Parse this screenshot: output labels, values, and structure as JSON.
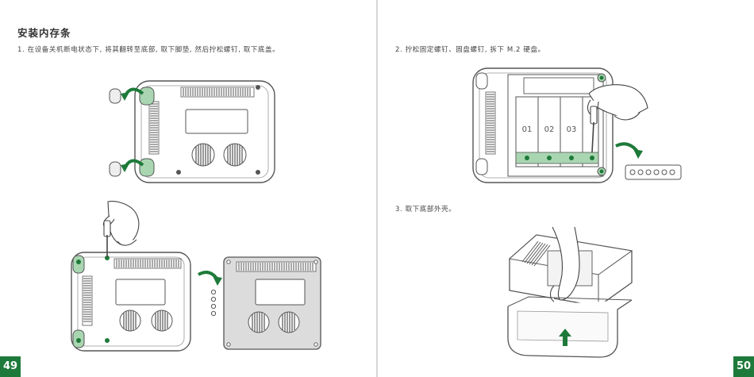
{
  "left_page": {
    "section_title": "安装内存条",
    "step1": "1. 在设备关机断电状态下, 将其翻转至底部, 取下脚垫, 然后拧松螺钉, 取下底盖。",
    "page_number": "49"
  },
  "right_page": {
    "step2": "2. 拧松固定螺钉、固盘螺钉, 拆下 M.2 硬盘。",
    "step3": "3. 取下底部外壳。",
    "page_number": "50",
    "slot_labels": [
      "01",
      "02",
      "03"
    ]
  },
  "colors": {
    "accent_green": "#1e7a3a",
    "highlight_green": "#a9d6b1",
    "outline": "#555555",
    "panel_gray": "#dcdcdc"
  }
}
